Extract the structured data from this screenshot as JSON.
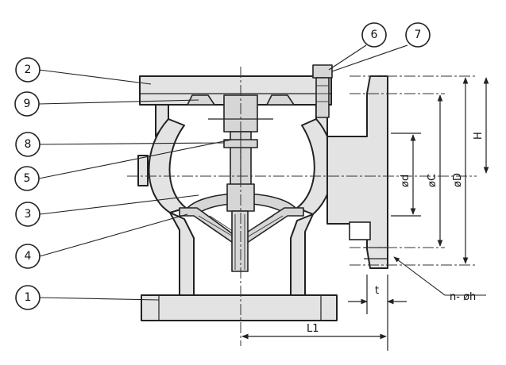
{
  "callouts": [
    {
      "id": "1",
      "label": "1"
    },
    {
      "id": "2",
      "label": "2"
    },
    {
      "id": "3",
      "label": "3"
    },
    {
      "id": "4",
      "label": "4"
    },
    {
      "id": "5",
      "label": "5"
    },
    {
      "id": "6",
      "label": "6"
    },
    {
      "id": "7",
      "label": "7"
    },
    {
      "id": "8",
      "label": "8"
    },
    {
      "id": "9",
      "label": "9"
    }
  ],
  "dimensions": {
    "H": "H",
    "d": "ød",
    "C": "øC",
    "D": "øD",
    "t": "t",
    "L1": "L1",
    "holes": "n- øh"
  }
}
